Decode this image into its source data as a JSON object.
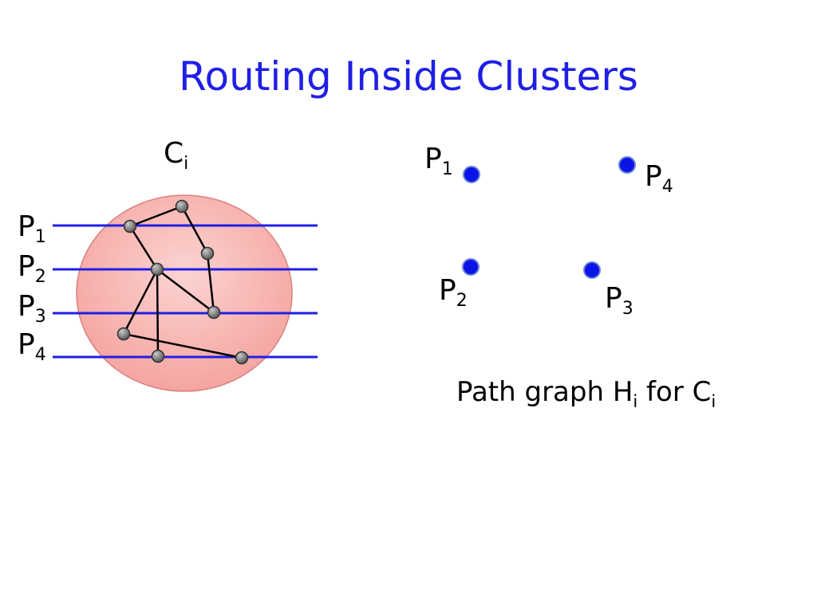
{
  "title": "Routing Inside Clusters",
  "cluster_label": {
    "base": "C",
    "sub": "i"
  },
  "left_paths": [
    {
      "base": "P",
      "sub": "1"
    },
    {
      "base": "P",
      "sub": "2"
    },
    {
      "base": "P",
      "sub": "3"
    },
    {
      "base": "P",
      "sub": "4"
    }
  ],
  "right_nodes": [
    {
      "base": "P",
      "sub": "1"
    },
    {
      "base": "P",
      "sub": "4"
    },
    {
      "base": "P",
      "sub": "2"
    },
    {
      "base": "P",
      "sub": "3"
    }
  ],
  "caption": {
    "part1": "Path graph H",
    "sub1": "i",
    "part2": " for C",
    "sub2": "i"
  },
  "colors": {
    "title": "#1f1fe6",
    "path_line": "#1f1fe6",
    "node_blue": "#0a14e6",
    "cluster_fill": "#f7b6b3",
    "cluster_stroke": "#d9827e",
    "vertex_fill": "#8a8a8a",
    "edge": "#000000"
  }
}
